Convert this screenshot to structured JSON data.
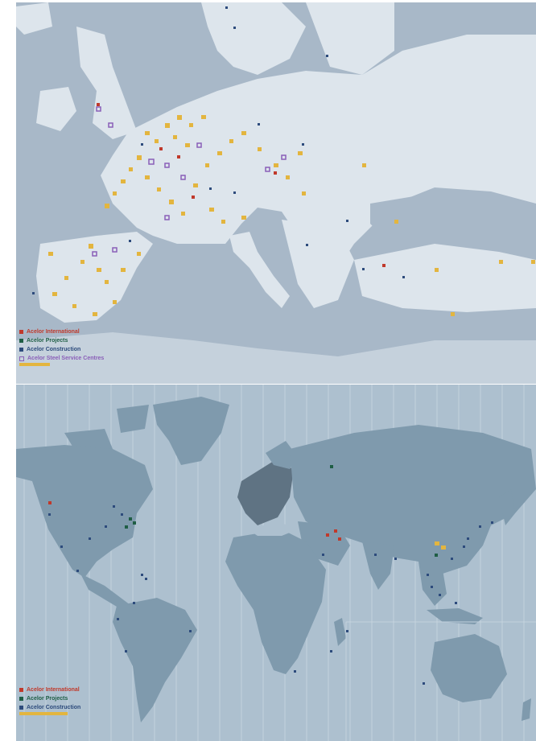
{
  "europe_map": {
    "legend": [
      {
        "label": "Acelor International",
        "color": "#c0392b",
        "shape": "square"
      },
      {
        "label": "Acelor Projects",
        "color": "#1f5e45",
        "shape": "square"
      },
      {
        "label": "Acelor Construction",
        "color": "#2d4b7c",
        "shape": "triangle"
      },
      {
        "label": "Acelor Steel Service Centres",
        "color": "#8a5fb8",
        "shape": "hollow-square"
      },
      {
        "label": "",
        "color": "#e3b53f",
        "shape": "bar"
      }
    ]
  },
  "world_map": {
    "legend": [
      {
        "label": "Acelor International",
        "color": "#c0392b",
        "shape": "square"
      },
      {
        "label": "Acelor Projects",
        "color": "#1f5e45",
        "shape": "square"
      },
      {
        "label": "Acelor Construction",
        "color": "#2d4b7c",
        "shape": "triangle"
      },
      {
        "label": "",
        "color": "#e3b53f",
        "shape": "bar"
      }
    ]
  },
  "colors": {
    "sea_europe": "#a8b8c8",
    "land_europe": "#dde5ec",
    "sea_world": "#adc0cf",
    "land_world": "#7f9aad",
    "europe_highlight": "#5f7383",
    "yellow": "#e3b53f",
    "purple": "#8a5fb8",
    "red": "#c0392b",
    "green": "#1f5e45",
    "blue": "#2d4b7c"
  }
}
